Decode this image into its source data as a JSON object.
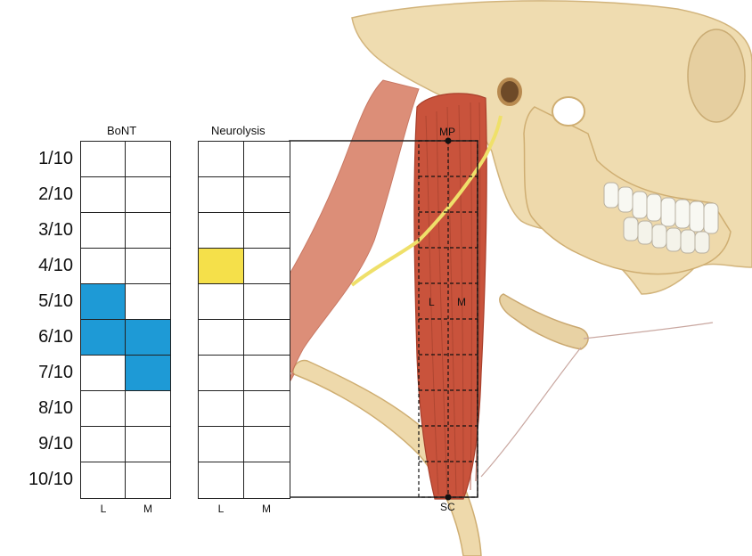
{
  "grids": {
    "bont": {
      "title": "BoNT",
      "col_labels": [
        "L",
        "M"
      ],
      "colored_cells": [
        {
          "row": 5,
          "col": "L",
          "color": "#1e9ad6"
        },
        {
          "row": 6,
          "col": "L",
          "color": "#1e9ad6"
        },
        {
          "row": 6,
          "col": "M",
          "color": "#1e9ad6"
        },
        {
          "row": 7,
          "col": "M",
          "color": "#1e9ad6"
        }
      ]
    },
    "neurolysis": {
      "title": "Neurolysis",
      "col_labels": [
        "L",
        "M"
      ],
      "colored_cells": [
        {
          "row": 4,
          "col": "L",
          "color": "#f5e04a"
        }
      ]
    }
  },
  "row_labels": [
    "1/10",
    "2/10",
    "3/10",
    "4/10",
    "5/10",
    "6/10",
    "7/10",
    "8/10",
    "9/10",
    "10/10"
  ],
  "anatomy": {
    "top_marker": "MP",
    "bottom_marker": "SC",
    "muscle_col_left": "L",
    "muscle_col_right": "M",
    "colors": {
      "bone": "#efdcb0",
      "bone_shadow": "#d9bf8a",
      "muscle": "#c9533c",
      "muscle_light": "#e38a70",
      "nerve": "#efe06a",
      "teeth": "#f8f8f2"
    }
  }
}
